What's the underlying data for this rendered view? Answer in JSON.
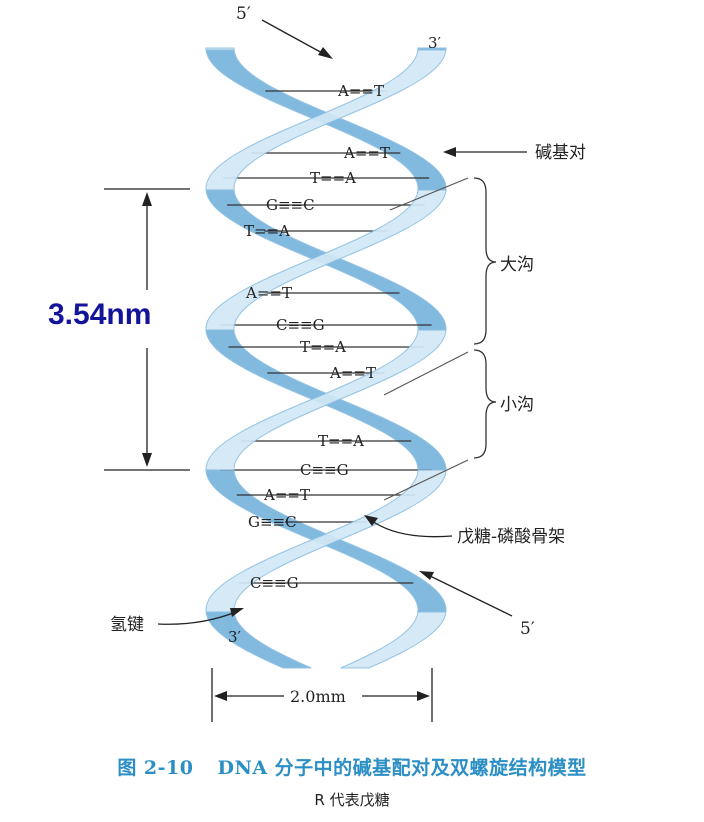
{
  "strand_ends": {
    "top_left_5": "5′",
    "top_right_3": "3′",
    "bottom_left_3": "3′",
    "bottom_right_5": "5′"
  },
  "base_pairs": [
    {
      "label": "A==T"
    },
    {
      "label": "A==T"
    },
    {
      "label": "T==A"
    },
    {
      "label": "G≡≡C"
    },
    {
      "label": "T==A"
    },
    {
      "label": "A==T"
    },
    {
      "label": "C≡≡G"
    },
    {
      "label": "T==A"
    },
    {
      "label": "A==T"
    },
    {
      "label": "T==A"
    },
    {
      "label": "C≡≡G"
    },
    {
      "label": "A==T"
    },
    {
      "label": "G≡≡C"
    },
    {
      "label": "C≡≡G"
    }
  ],
  "annotations": {
    "base_pair": "碱基对",
    "major_groove": "大沟",
    "minor_groove": "小沟",
    "backbone": "戊糖-磷酸骨架",
    "hydrogen_bond": "氢键"
  },
  "measurements": {
    "pitch": "3.54nm",
    "width": "2.0mm"
  },
  "caption": {
    "figure_number": "图 2-10",
    "title": "DNA 分子中的碱基配对及双螺旋结构模型",
    "subtitle": "R 代表戊糖"
  },
  "colors": {
    "strand_light": "#d2e8f6",
    "strand_dark": "#7bb6de",
    "strand_edge": "#8cbfe2",
    "measure_label": "#14149a",
    "caption_title": "#2b8fc5"
  }
}
